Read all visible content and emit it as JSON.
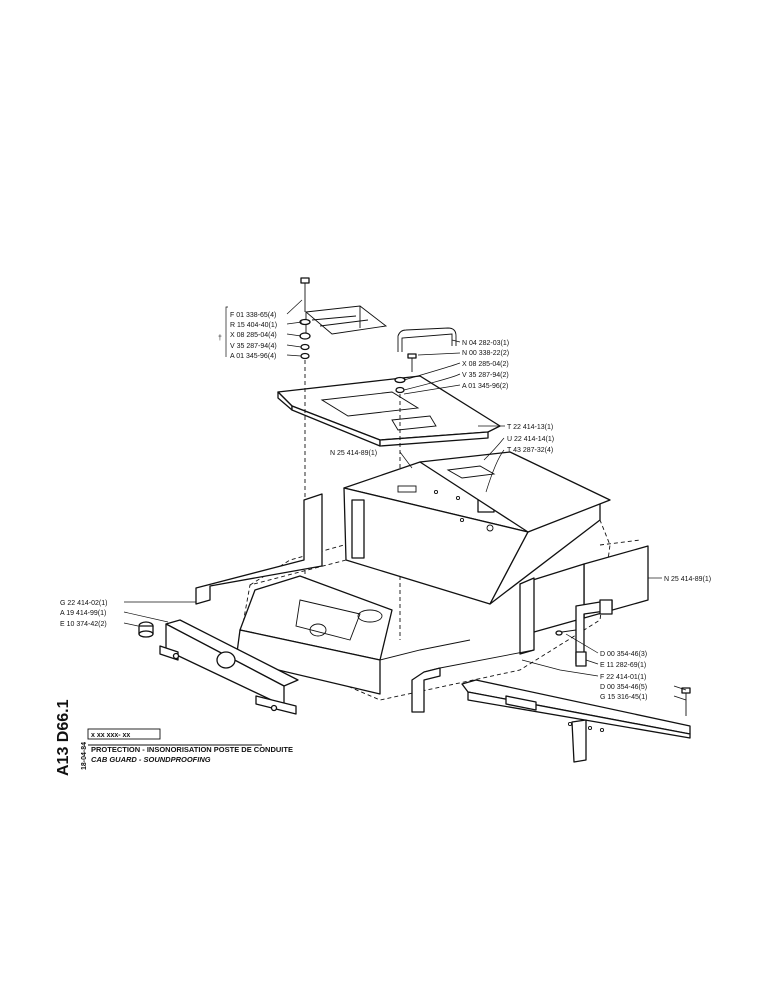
{
  "drawing": {
    "sheet_code": "A13 D66.1",
    "date": "18-04-84",
    "ref_pattern": "x xx xxx- xx",
    "title_fr": "PROTECTION - INSONORISATION POSTE DE CONDUITE",
    "title_en": "CAB GUARD - SOUNDPROOFING"
  },
  "callouts": {
    "F": "F 01 338-65(4)",
    "R": "R 15 404-40(1)",
    "X1": "X 08 285-04(4)",
    "V1": "V 35 287-94(4)",
    "A1": "A 01 345-96(4)",
    "dagger": "†",
    "N1": "N 04 282-03(1)",
    "N2": "N 00 338-22(2)",
    "X2": "X 08 285-04(2)",
    "V2": "V 35 287-94(2)",
    "A2": "A 01 345-96(2)",
    "T1": "T 22 414-13(1)",
    "U": "U 22 414-14(1)",
    "T2": "T 43 287-32(4)",
    "N3": "N 25 414-89(1)",
    "N4": "N 25 414-89(1)",
    "G1": "G 22 414-02(1)",
    "A3": "A 19 414-99(1)",
    "E1": "E 10 374-42(2)",
    "D1": "D 00 354-46(3)",
    "E2": "E 11 282-69(1)",
    "F2": "F 22 414-01(1)",
    "D2": "D 00 354-46(5)",
    "G2": "G 15 316-45(1)"
  }
}
